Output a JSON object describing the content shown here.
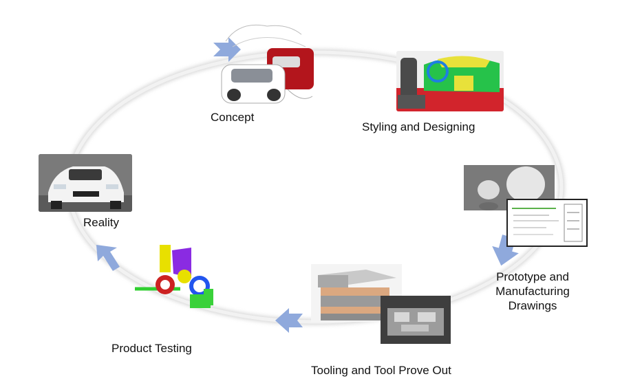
{
  "diagram": {
    "stages": [
      {
        "key": "concept",
        "label": "Concept"
      },
      {
        "key": "styling",
        "label": "Styling and Designing"
      },
      {
        "key": "prototype",
        "label_lines": [
          "Prototype and",
          "Manufacturing",
          "Drawings"
        ]
      },
      {
        "key": "tooling",
        "label": "Tooling and Tool Prove Out"
      },
      {
        "key": "testing",
        "label": "Product Testing"
      },
      {
        "key": "reality",
        "label": "Reality"
      }
    ],
    "colors": {
      "cycle_ring": "#e4e4e4",
      "arrow": "#8fa9dc"
    },
    "icons": [
      "concept-sketch",
      "dashboard-cad",
      "prototype-drawings",
      "mold-tool",
      "mechanism-cad",
      "car-photo"
    ]
  }
}
